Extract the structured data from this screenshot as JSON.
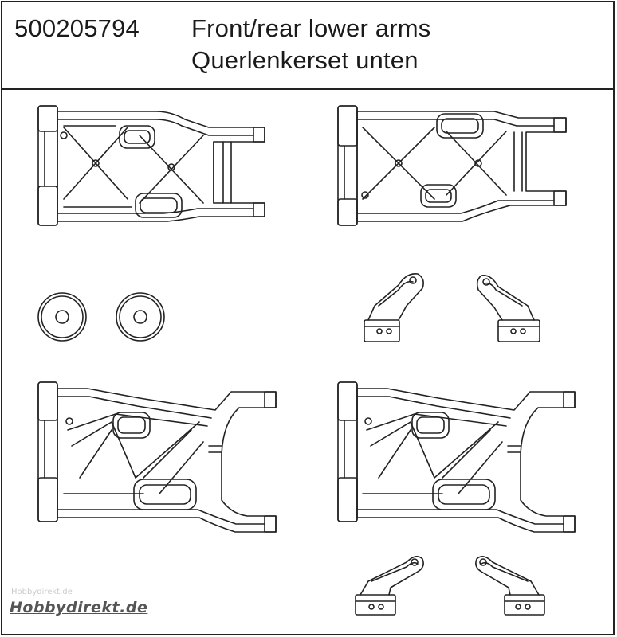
{
  "header": {
    "part_number": "500205794",
    "title_en": "Front/rear lower arms",
    "title_de": "Querlenkerset unten"
  },
  "watermark": {
    "text": "Hobbydirekt.de",
    "faint_text": "Hobbydirekt.de"
  },
  "colors": {
    "line": "#222222",
    "background": "#ffffff"
  }
}
